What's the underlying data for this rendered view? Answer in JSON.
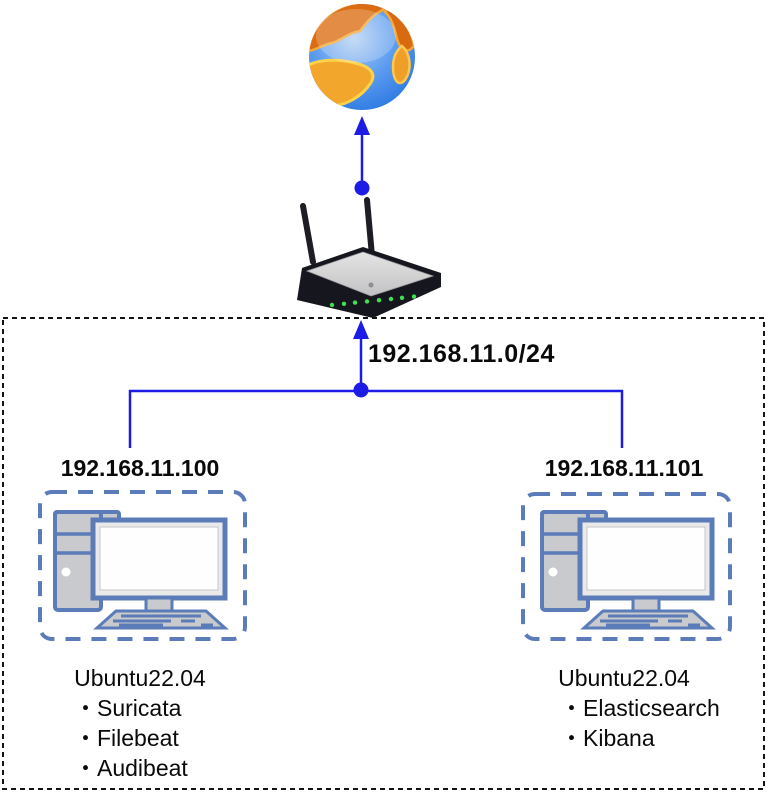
{
  "network": {
    "cidr_label": "192.168.11.0/24"
  },
  "internet": {
    "icon": "globe-icon"
  },
  "router": {
    "icon": "wireless-router-icon"
  },
  "hosts": [
    {
      "ip": "192.168.11.100",
      "os": "Ubuntu22.04",
      "software": [
        "・Suricata",
        "・Filebeat",
        "・Audibeat"
      ]
    },
    {
      "ip": "192.168.11.101",
      "os": "Ubuntu22.04",
      "software": [
        "・Elasticsearch",
        "・Kibana"
      ]
    }
  ],
  "colors": {
    "connector_blue": "#1c1ce6",
    "pc_outline_blue": "#5b7cb8",
    "pc_fill_gray": "#c9cacd",
    "boundary_black": "#141414",
    "router_body": "#16161e",
    "router_top": "#d6d6d6",
    "led_green": "#3fe052",
    "globe_ocean": "#2e86ea",
    "globe_land_orange": "#db6c12",
    "globe_land_gold": "#f3a62c"
  }
}
